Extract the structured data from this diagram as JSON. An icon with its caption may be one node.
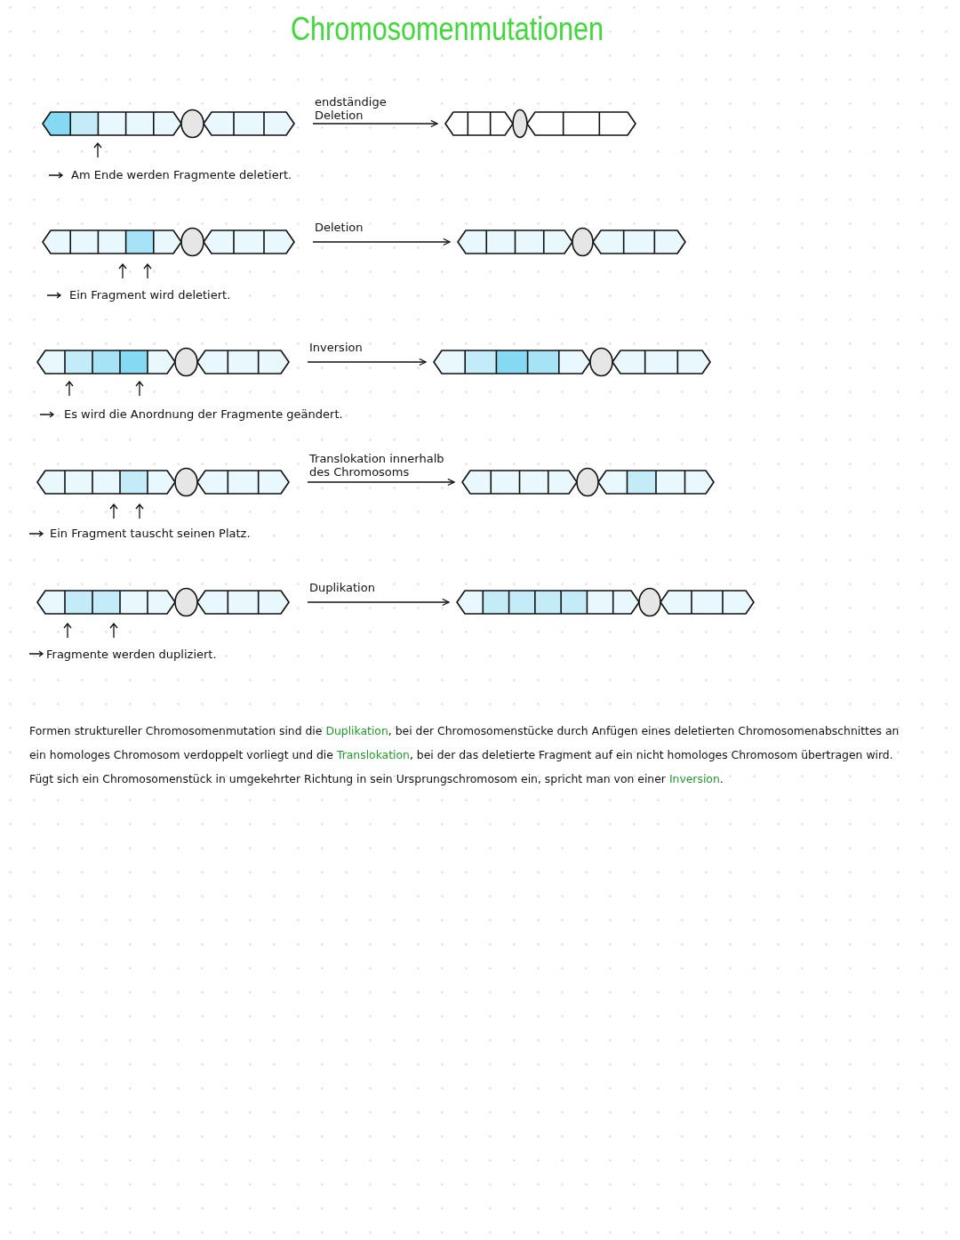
{
  "diagram": {
    "title": "Chromosomenmutationen",
    "nodes": [
      {
        "text": [],
        "shape": "chromosome"
      },
      {
        "text": [],
        "shape": "chromosome"
      },
      {
        "text": [],
        "shape": "chromosome"
      },
      {
        "text": [],
        "shape": "chromosome"
      },
      {
        "text": [],
        "shape": "chromosome"
      },
      {
        "text": [],
        "shape": "chromosome"
      },
      {
        "text": [],
        "shape": "chromosome"
      },
      {
        "text": [],
        "shape": "chromosome"
      },
      {
        "text": [],
        "shape": "chromosome"
      },
      {
        "text": [],
        "shape": "chromosome"
      }
    ],
    "edges": [
      {
        "from": 0,
        "to": 1,
        "arrow": "to",
        "label": "endständige Deletion"
      },
      {
        "from": 2,
        "to": 3,
        "arrow": "to",
        "label": "Deletion"
      },
      {
        "from": 4,
        "to": 5,
        "arrow": "to",
        "label": "Inversion"
      },
      {
        "from": 6,
        "to": 7,
        "arrow": "to",
        "label": "Translokation innerhalb des Chromosoms"
      },
      {
        "from": 8,
        "to": 9,
        "arrow": "to",
        "label": "Duplikation"
      }
    ],
    "labels": [
      "Am Ende werden Fragmente deletiert.",
      "Ein Fragment wird deletiert.",
      "Es wird die Anordnung der Fragmente geändert.",
      "Ein Fragment tauscht seinen Platz.",
      "Fragmente werden dupliziert.",
      "Formen struktureller Chromosomenmutation sind die **Duplikation**, bei der Chromosomenstücke durch Anfügen eines deletierten Chromosomenabschnittes an ein homologes Chromosom verdoppelt vorliegt und die **Translokation**, bei der das deletierte Fragment auf ein nicht homologes Chromosom übertragen wird. Fügt sich ein Chromosomenstück in umgekehrter Richtung in sein Ursprungschromosom ein, spricht man von einer **Inversion**."
    ]
  }
}
